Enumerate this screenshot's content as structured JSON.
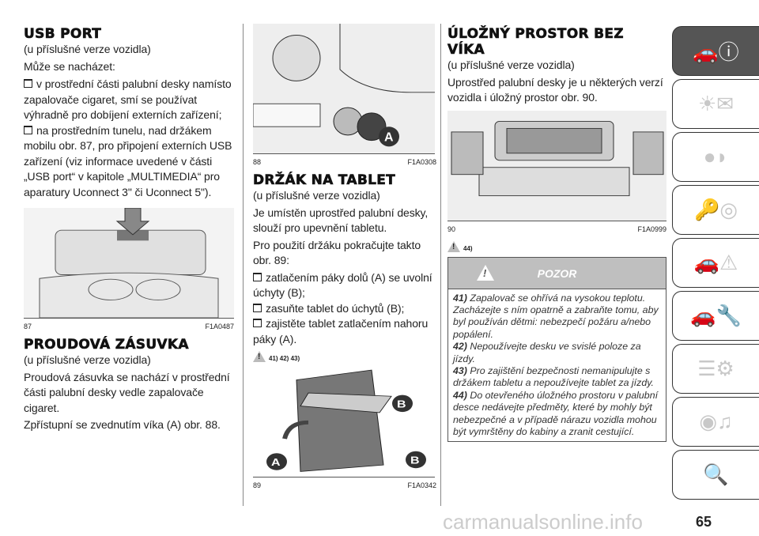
{
  "usb": {
    "title": "USB PORT",
    "subtitle": "(u příslušné verze vozidla)",
    "intro": "Může se nacházet:",
    "items": [
      "v prostřední části palubní desky namísto zapalovače cigaret, smí se používat výhradně pro dobíjení externích zařízení;",
      "na prostředním tunelu, nad držákem mobilu obr. 87, pro připojení externích USB zařízení (viz informace uvedené v části „USB port“ v kapitole „MULTIMEDIA“ pro aparatury Uconnect 3\" či Uconnect 5\")."
    ]
  },
  "fig87": {
    "num": "87",
    "code": "F1A0487"
  },
  "socket": {
    "title": "PROUDOVÁ ZÁSUVKA",
    "subtitle": "(u příslušné verze vozidla)",
    "p1": "Proudová zásuvka se nachází v prostřední části palubní desky vedle zapalovače cigaret.",
    "p2": "Zpřístupní se zvednutím víka (A) obr. 88."
  },
  "fig88": {
    "num": "88",
    "code": "F1A0308",
    "label_a": "A"
  },
  "tablet": {
    "title": "DRŽÁK NA TABLET",
    "subtitle": "(u příslušné verze vozidla)",
    "p1": "Je umístěn uprostřed palubní desky, slouží pro upevnění tabletu.",
    "p2": "Pro použití držáku pokračujte takto obr. 89:",
    "items": [
      "zatlačením páky dolů (A) se uvolní úchyty (B);",
      "zasuňte tablet do úchytů (B);",
      "zajistěte tablet zatlačením nahoru páky (A)."
    ],
    "warn_refs": "41) 42) 43)"
  },
  "fig89": {
    "num": "89",
    "code": "F1A0342",
    "label_a": "A",
    "label_b": "B"
  },
  "storage": {
    "title": "ÚLOŽNÝ PROSTOR BEZ VÍKA",
    "subtitle": "(u příslušné verze vozidla)",
    "p1": "Uprostřed palubní desky je u některých verzí vozidla i úložný prostor obr. 90.",
    "warn_refs": "44)"
  },
  "fig90": {
    "num": "90",
    "code": "F1A0999"
  },
  "warning": {
    "title": "POZOR",
    "items": [
      {
        "n": "41)",
        "t": "Zapalovač se ohřívá na vysokou teplotu. Zacházejte s ním opatrně a zabraňte tomu, aby byl používán dětmi: nebezpečí požáru a/nebo popálení."
      },
      {
        "n": "42)",
        "t": "Nepoužívejte desku ve svislé poloze za jízdy."
      },
      {
        "n": "43)",
        "t": "Pro zajištění bezpečnosti nemanipulujte s držákem tabletu a nepoužívejte tablet za jízdy."
      },
      {
        "n": "44)",
        "t": "Do otevřeného úložného prostoru v palubní desce nedávejte předměty, které by mohly být nebezpečné a v případě nárazu vozidla mohou být vymrštěny do kabiny a zranit cestující."
      }
    ]
  },
  "sidebar": {
    "tabs": [
      "car-info-icon",
      "lights-mail-icon",
      "airbag-icon",
      "key-steering-icon",
      "emergency-icon",
      "maintenance-icon",
      "specs-gear-icon",
      "multimedia-icon",
      "index-icon"
    ]
  },
  "page_number": "65",
  "watermark": "carmanualsonline.info"
}
